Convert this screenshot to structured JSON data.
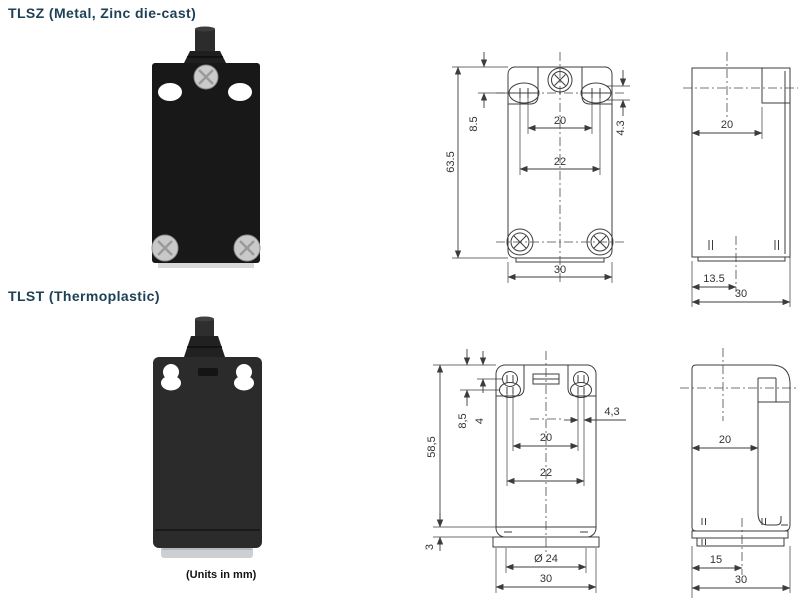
{
  "page": {
    "units_note": "(Units in mm)"
  },
  "colors": {
    "heading": "#1d4156",
    "drawing_line": "#3c3c3c"
  },
  "tlsz": {
    "title": "TLSZ (Metal, Zinc die-cast)",
    "front": {
      "height": "63.5",
      "hole_offset": "8.5",
      "slot_width": "4.3",
      "hole_spacing": "20",
      "slot_spacing": "22",
      "width": "30"
    },
    "side": {
      "top_depth": "20",
      "base_offset": "13.5",
      "depth": "30"
    }
  },
  "tlst": {
    "title": "TLST (Thermoplastic)",
    "front": {
      "height": "58,5",
      "hole_offset": "8,5",
      "slot_offset": "4",
      "slot_width": "4,3",
      "hole_spacing": "20",
      "slot_spacing": "22",
      "base_height": "3",
      "plunger_diameter": "Ø 24",
      "width": "30"
    },
    "side": {
      "top_depth": "20",
      "base_offset": "15",
      "depth": "30"
    }
  }
}
